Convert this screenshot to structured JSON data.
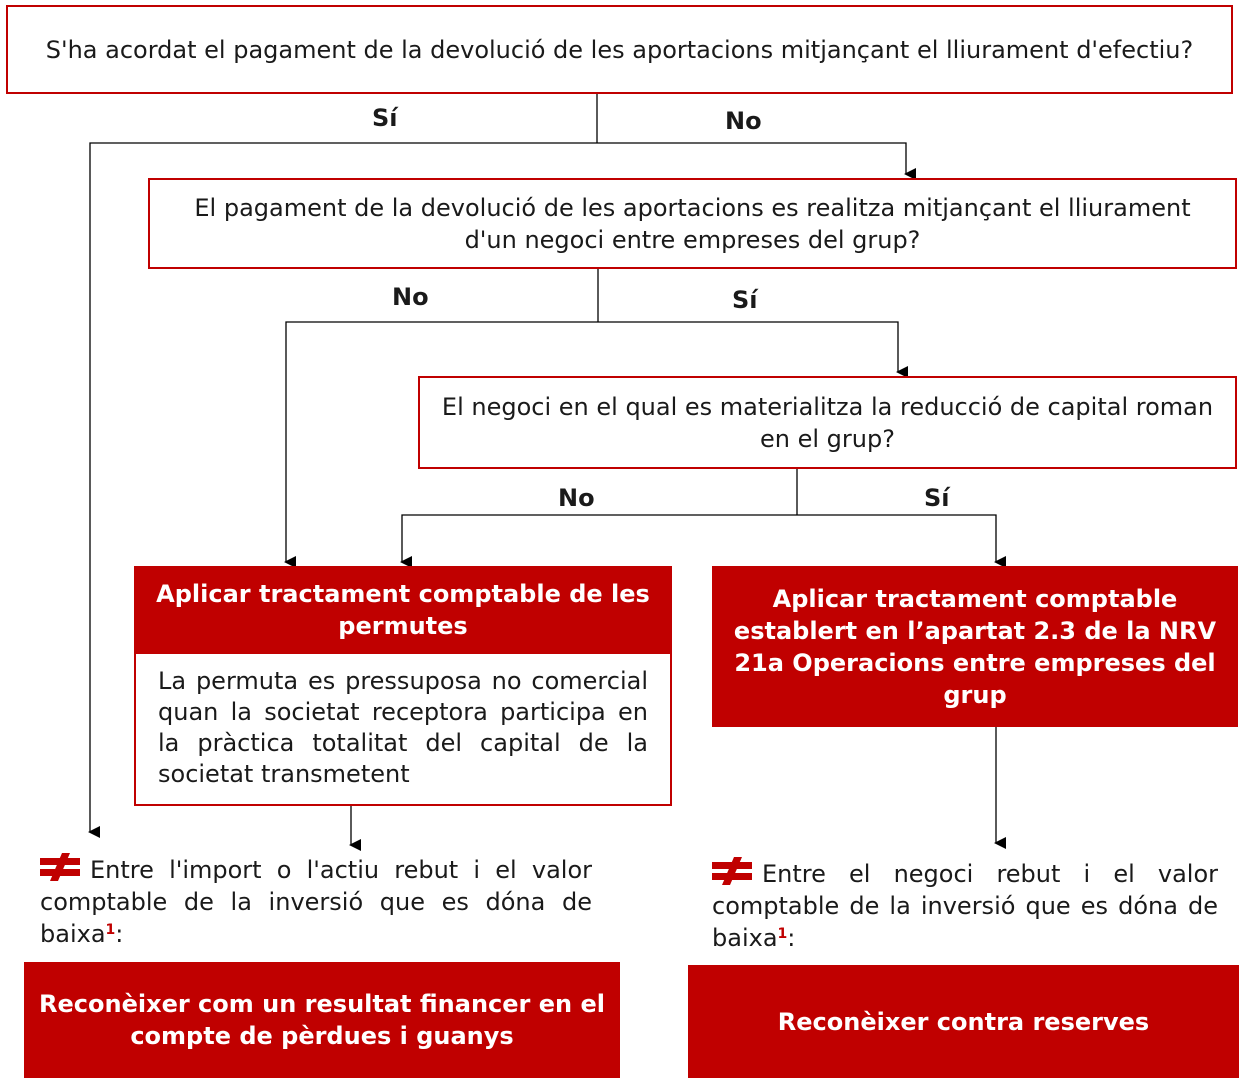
{
  "q1": {
    "text": "S'ha acordat el pagament de la devolució de les aportacions mitjançant el lliurament d'efectiu?"
  },
  "q2": {
    "text": "El pagament de la devolució de les aportacions es realitza mitjançant el lliurament d'un negoci entre empreses del grup?"
  },
  "q3": {
    "text": "El negoci en el qual es materialitza la reducció de capital roman en el grup?"
  },
  "labels": {
    "q1_yes": "Sí",
    "q1_no": "No",
    "q2_no": "No",
    "q2_yes": "Sí",
    "q3_no": "No",
    "q3_yes": "Sí"
  },
  "permutes": {
    "title": "Aplicar tractament comptable de les permutes",
    "note": "La permuta es pressuposa no comercial quan la societat receptora participa en la pràctica totalitat del capital de la societat transmetent"
  },
  "nrv": {
    "title": "Aplicar tractament comptable establert en l’apartat 2.3 de la NRV 21a Operacions entre empreses del grup"
  },
  "left_diff": {
    "text": "Entre l'import o l'actiu rebut i el valor comptable de la inversió que es dóna de baixa",
    "ref": "1",
    "suffix": ":"
  },
  "right_diff": {
    "text": "Entre el negoci rebut i el valor comptable de la inversió que es dóna de baixa",
    "ref": "1",
    "suffix": ":"
  },
  "result_left": {
    "text": "Reconèixer com un resultat financer en el compte de pèrdues i guanys"
  },
  "result_right": {
    "text": "Reconèixer contra reserves"
  },
  "colors": {
    "accent": "#c00000",
    "line": "#000000"
  },
  "icons": {
    "not_equal": "not-equal-icon"
  }
}
